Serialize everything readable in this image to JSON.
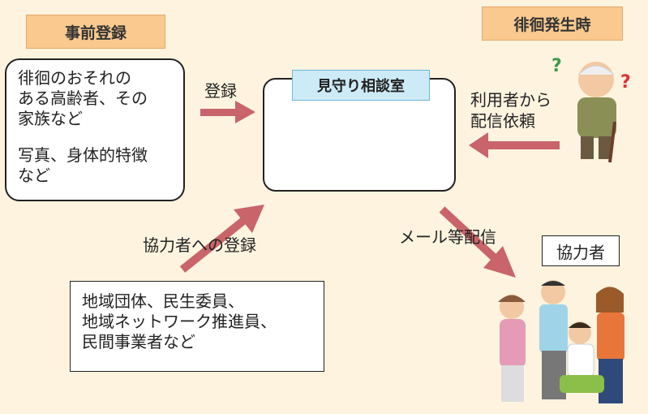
{
  "tags": {
    "pre_registration": "事前登録",
    "wandering_occurs": "徘徊発生時"
  },
  "left_box": {
    "line1": "徘徊のおそれの",
    "line2": "ある高齢者、その",
    "line3": "家族など",
    "line4": "写真、身体的特徴",
    "line5": "など"
  },
  "center": {
    "title": "見守り相談室"
  },
  "arrows": {
    "register": "登録",
    "request_line1": "利用者から",
    "request_line2": "配信依頼",
    "cooperator_register": "協力者への登録",
    "mail_delivery": "メール等配信"
  },
  "bottom_box": {
    "line1": "地域団体、民生委員、",
    "line2": "地域ネットワーク推進員、",
    "line3": "民間事業者など"
  },
  "cooperator_label": "協力者",
  "colors": {
    "background": "#fdf3df",
    "tag": "#f9c98f",
    "arrow": "#c8646a",
    "title_tag": "#cdeaf7"
  }
}
